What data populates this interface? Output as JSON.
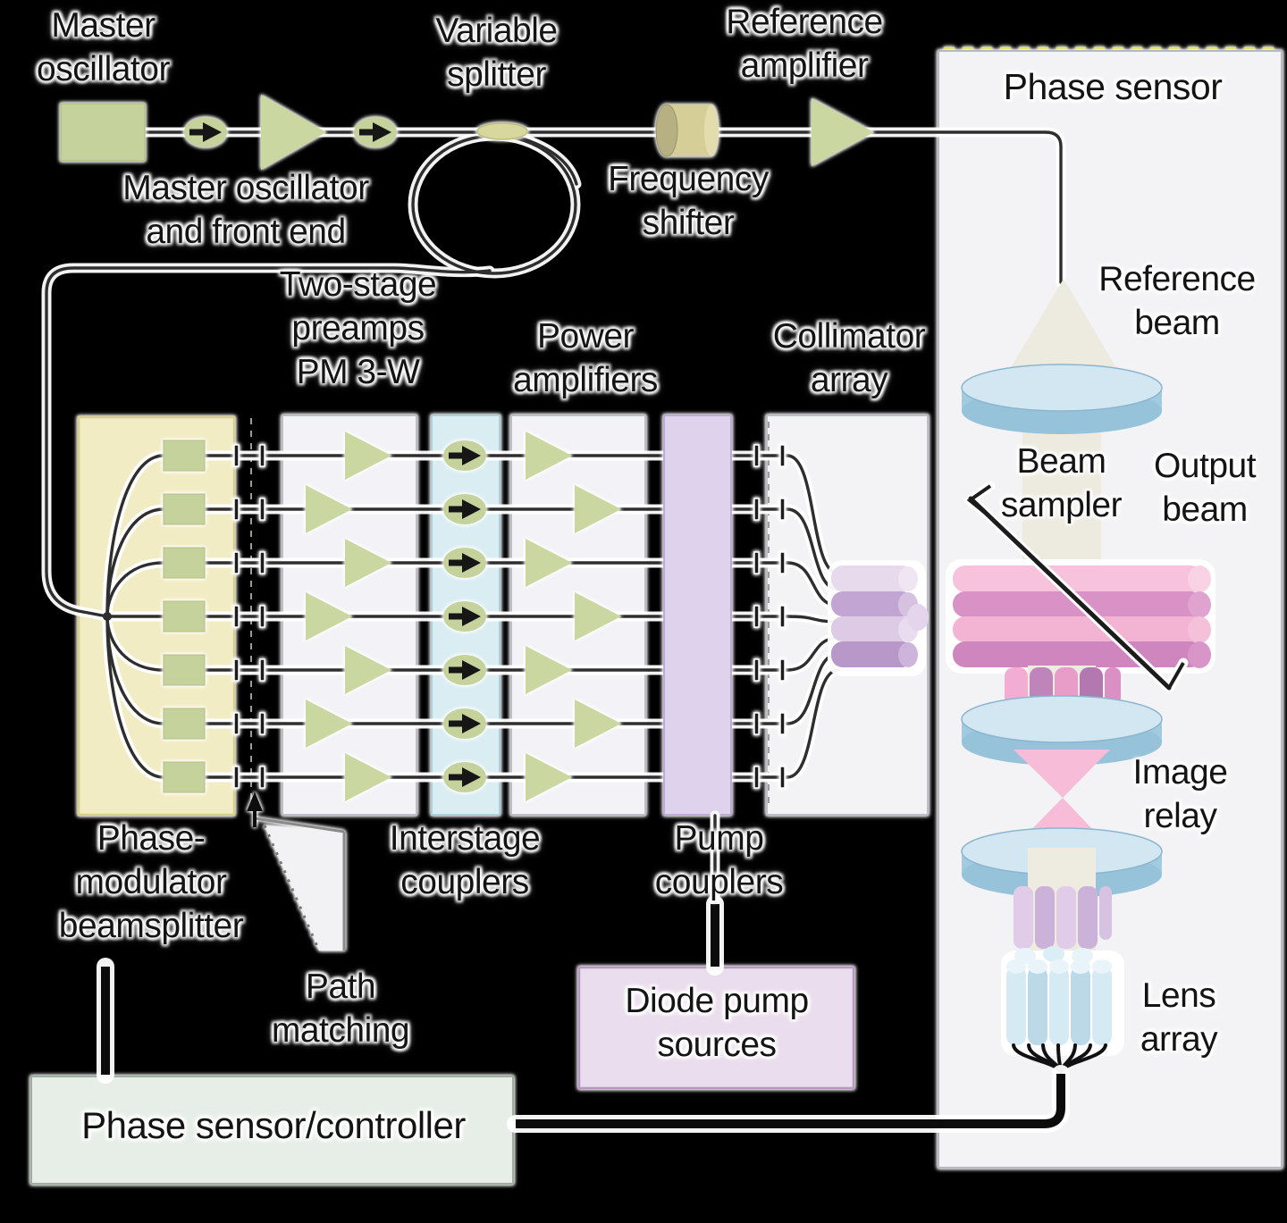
{
  "labels": {
    "master_oscillator": "Master\noscillator",
    "mo_front_end": "Master oscillator\nand front end",
    "variable_splitter": "Variable\nsplitter",
    "frequency_shifter": "Frequency\nshifter",
    "reference_amplifier": "Reference\namplifier",
    "phase_sensor": "Phase sensor",
    "two_stage_preamps": "Two-stage\npreamps\nPM 3-W",
    "power_amplifiers": "Power\namplifiers",
    "collimator_array": "Collimator\narray",
    "reference_beam": "Reference\nbeam",
    "beam_sampler": "Beam\nsampler",
    "output_beam": "Output\nbeam",
    "image_relay": "Image\nrelay",
    "lens_array": "Lens\narray",
    "interstage_couplers": "Interstage\ncouplers",
    "pump_couplers": "Pump\ncouplers",
    "phase_modulator_beamsplitter": "Phase-\nmodulator\nbeamsplitter",
    "path_matching": "Path\nmatching",
    "diode_pump_sources": "Diode pump\nsources",
    "phase_sensor_controller": "Phase sensor/controller"
  },
  "icons": {
    "amplifier": "green-right-triangle",
    "isolator": "black-arrow-in-green-oval",
    "modulator": "green-rectangle",
    "variable_splitter": "flat-green-ellipse",
    "frequency_shifter": "khaki-cylinder",
    "path_connector": "double-vertical-bar",
    "beam_sampler": "diagonal-mirror-line",
    "lens": "blue-disk",
    "fiber_bundle": "cylinder-cluster"
  },
  "palette": {
    "background": "#000000",
    "fiber": "#2e2e2e",
    "halo": "#ffffff",
    "device_green": "#c6d29b",
    "beamsplitter_box": "#f1ecc3",
    "interstage_strip": "#d9edf3",
    "pump_strip": "#ded2ec",
    "panel_gray": "#f3f3f5",
    "output_pink": "#f3b4d4",
    "optic_blue": "#a2cbe0",
    "bundle_lavender": "#d6c2e0",
    "diode_box": "#eadded",
    "controller_box": "#e7eee7",
    "shifter_khaki": "#d5cf97"
  },
  "structure": {
    "channel_count": 7,
    "flow": "master oscillator > variable splitter > phase-modulator beamsplitter > two-stage preamps > interstage couplers > power amplifiers > pump couplers > collimator array > beam sampler > phase sensor"
  }
}
